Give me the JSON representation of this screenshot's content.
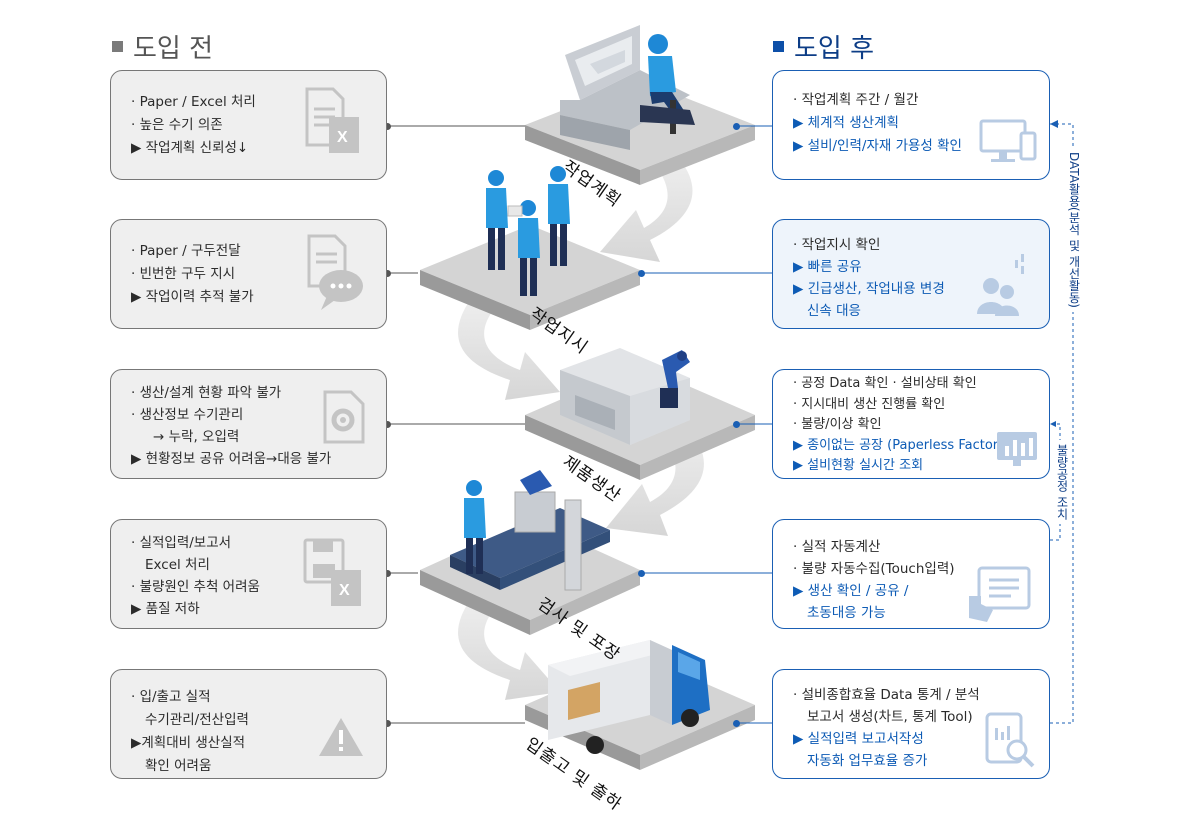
{
  "headers": {
    "before": "도입 전",
    "after": "도입 후"
  },
  "before": [
    {
      "lines": [
        "· Paper / Excel 처리",
        "· 높은 수기 의존",
        "▶ 작업계획 신뢰성↓"
      ],
      "icon": "document-excel-icon"
    },
    {
      "lines": [
        "· Paper / 구두전달",
        "· 빈번한 구두 지시",
        "▶ 작업이력 추적 불가"
      ],
      "icon": "document-chat-icon"
    },
    {
      "lines": [
        "· 생산/설계 현황 파악 불가",
        "· 생산정보 수기관리",
        "→ 누락, 오입력",
        "▶ 현황정보 공유 어려움→대응 불가"
      ],
      "icon": "document-gear-icon"
    },
    {
      "lines": [
        "· 실적입력/보고서",
        "Excel 처리",
        "· 불량원인 추척 어려움",
        "▶ 품질 저하"
      ],
      "icon": "floppy-excel-icon"
    },
    {
      "lines": [
        "· 입/출고 실적",
        "수기관리/전산입력",
        "▶계획대비 생산실적",
        "확인 어려움"
      ],
      "icon": "warning-icon"
    }
  ],
  "after": [
    {
      "lines": [
        "· 작업계획 주간 / 월간",
        "▶ 체계적 생산계획",
        "▶ 설비/인력/자재 가용성 확인"
      ],
      "icon": "monitor-phone-icon"
    },
    {
      "lines": [
        "· 작업지시 확인",
        "▶ 빠른 공유",
        "▶ 긴급생산, 작업내용 변경",
        "신속 대응"
      ],
      "icon": "users-icon"
    },
    {
      "lines": [
        "· 공정 Data 확인    · 설비상태 확인",
        "· 지시대비 생산 진행률 확인",
        "· 불량/이상 확인",
        "▶ 종이없는 공장 (Paperless Factory)",
        "▶ 설비현황 실시간 조회"
      ],
      "icon": "monitor-chart-icon"
    },
    {
      "lines": [
        "· 실적 자동계산",
        "· 불량 자동수집(Touch입력)",
        "▶ 생산 확인 / 공유 /",
        "초동대응 가능"
      ],
      "icon": "touch-screen-icon"
    },
    {
      "lines": [
        "· 설비종합효율 Data 통계 / 분석",
        "보고서 생성(차트, 통계 Tool)",
        "▶ 실적입력 보고서작성",
        "자동화 업무효율 증가"
      ],
      "icon": "report-search-icon"
    }
  ],
  "stages": [
    "작업계획",
    "작업지시",
    "제품생산",
    "검사 및 포장",
    "입출고 및 출하"
  ],
  "side_labels": {
    "data_analysis": "DATA활용(분석 및 개선활동)",
    "defect_action": "불량공정 조치"
  }
}
